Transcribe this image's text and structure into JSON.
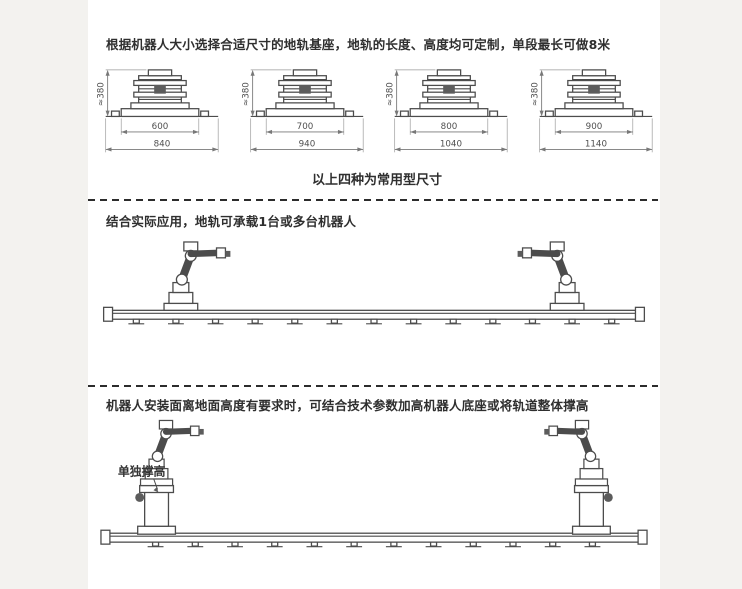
{
  "top": {
    "heading": "根据机器人大小选择合适尺寸的地轨基座，地轨的长度、高度均可定制，单段最长可做8米",
    "caption": "以上四种为常用型尺寸",
    "bases": [
      {
        "height_label": "≈380",
        "inner_width": "600",
        "outer_width": "840"
      },
      {
        "height_label": "≈380",
        "inner_width": "700",
        "outer_width": "940"
      },
      {
        "height_label": "≈380",
        "inner_width": "800",
        "outer_width": "1040"
      },
      {
        "height_label": "≈380",
        "inner_width": "900",
        "outer_width": "1140"
      }
    ]
  },
  "middle": {
    "heading": "结合实际应用，地轨可承载1台或多台机器人"
  },
  "bottom": {
    "heading": "机器人安装面离地面高度有要求时，可结合技术参数加高机器人底座或将轨道整体撑高",
    "callout": "单独撑高"
  },
  "colors": {
    "ink": "#4c4c4c",
    "dimension": "#787878",
    "text": "#2f2f2f",
    "divider": "#2c2c2c",
    "page_bg": "#ffffff",
    "edge_bg": "#f3f2ef"
  }
}
